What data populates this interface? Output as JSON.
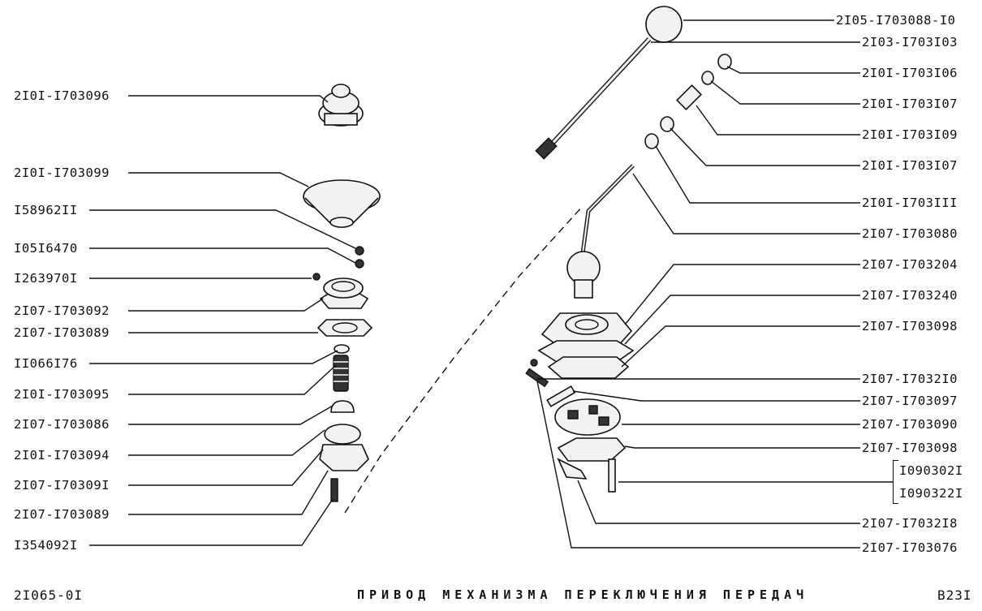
{
  "labels_left": [
    "2I0I-I703096",
    "2I0I-I703099",
    "I58962II",
    "I05I6470",
    "I263970I",
    "2I07-I703092",
    "2I07-I703089",
    "II066I76",
    "2I0I-I703095",
    "2I07-I703086",
    "2I0I-I703094",
    "2I07-I70309I",
    "2I07-I703089",
    "I354092I"
  ],
  "labels_right": [
    "2I05-I703088-I0",
    "2I03-I703I03",
    "2I0I-I703I06",
    "2I0I-I703I07",
    "2I0I-I703I09",
    "2I0I-I703I07",
    "2I0I-I703III",
    "2I07-I703080",
    "2I07-I703204",
    "2I07-I703240",
    "2I07-I703098",
    "2I07-I7032I0",
    "2I07-I703097",
    "2I07-I703090",
    "2I07-I703098",
    "2I07-I7032I8",
    "2I07-I703076"
  ],
  "bracket_labels": [
    "I090302I",
    "I090322I"
  ],
  "footer": {
    "code": "2I065-0I",
    "title": "ПРИВОД МЕХАНИЗМА ПЕРЕКЛЮЧЕНИЯ ПЕРЕДАЧ",
    "page": "B23I"
  }
}
